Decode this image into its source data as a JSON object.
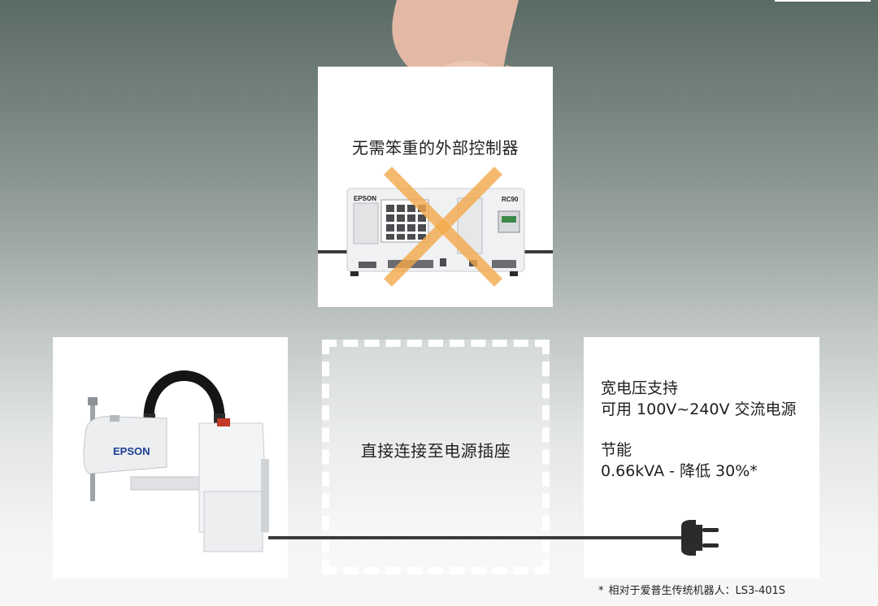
{
  "controller_panel": {
    "title": "无需笨重的外部控制器",
    "brand": "EPSON",
    "model": "RC90"
  },
  "socket_panel": {
    "label": "直接连接至电源插座"
  },
  "robot_panel": {
    "brand": "EPSON"
  },
  "info_panel": {
    "voltage_title": "宽电压支持",
    "voltage_desc": "可用 100V~240V 交流电源",
    "energy_title": "节能",
    "energy_desc": "0.66kVA - 降低 30%*"
  },
  "footnote": {
    "star": "*",
    "text": "相对于爱普生传统机器人：LS3-401S"
  },
  "colors": {
    "cross": "#f2a94a",
    "cable": "#3b3b3b",
    "robot_arm": "#151515",
    "robot_body": "#eceef0",
    "epson_blue": "#1c3f94"
  }
}
